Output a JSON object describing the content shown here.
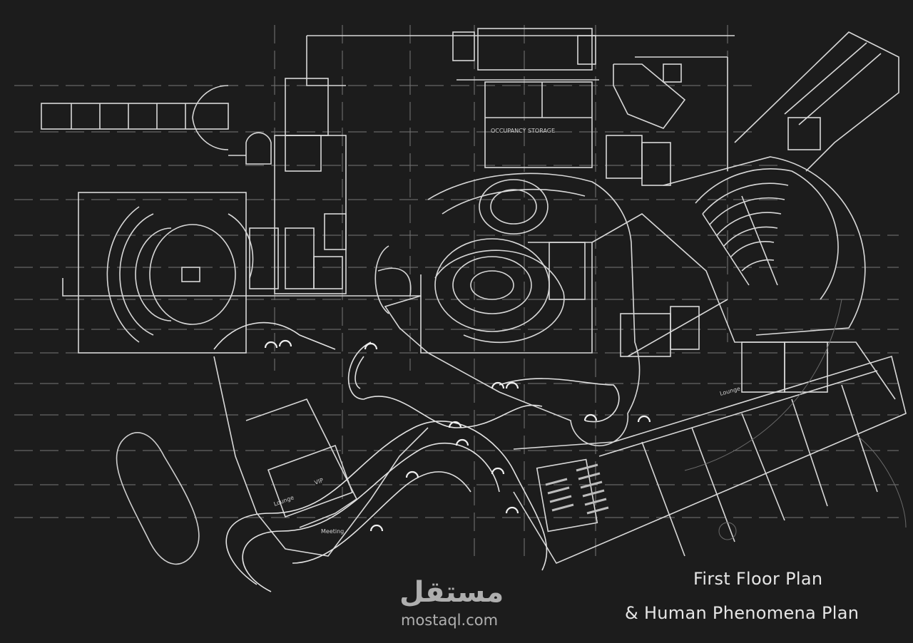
{
  "titles": {
    "line1": "First Floor Plan",
    "line2": "& Human Phenomena Plan"
  },
  "watermark": {
    "arabic": "مستقل",
    "latin": "mostaql.com"
  },
  "room_labels": {
    "lounge_left": "Lounge",
    "vip": "VIP",
    "meeting": "Meeting",
    "lounge_right": "Lounge",
    "occupancy_storage": "OCCUPANCY STORAGE"
  },
  "colors": {
    "background": "#1c1c1c",
    "linework": "#d8d8d8",
    "text": "#e6e6e6"
  }
}
